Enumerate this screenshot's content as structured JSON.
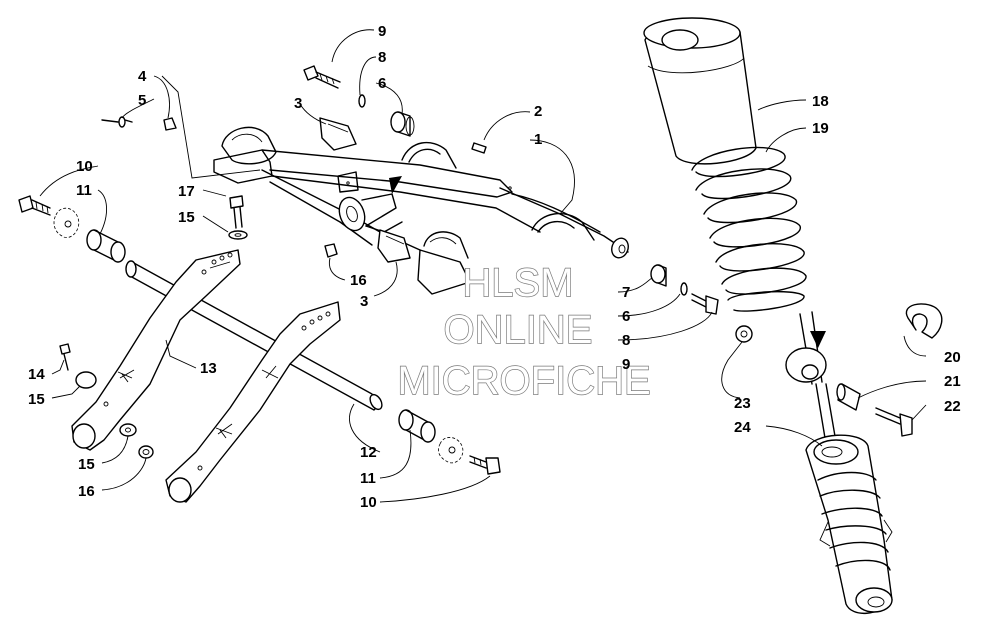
{
  "diagram": {
    "callouts": [
      {
        "id": "c1",
        "text": "1"
      },
      {
        "id": "c2",
        "text": "2"
      },
      {
        "id": "c3a",
        "text": "3"
      },
      {
        "id": "c3b",
        "text": "3"
      },
      {
        "id": "c4",
        "text": "4"
      },
      {
        "id": "c5",
        "text": "5"
      },
      {
        "id": "c6a",
        "text": "6"
      },
      {
        "id": "c6b",
        "text": "6"
      },
      {
        "id": "c7",
        "text": "7"
      },
      {
        "id": "c8a",
        "text": "8"
      },
      {
        "id": "c8b",
        "text": "8"
      },
      {
        "id": "c9a",
        "text": "9"
      },
      {
        "id": "c9b",
        "text": "9"
      },
      {
        "id": "c10a",
        "text": "10"
      },
      {
        "id": "c10b",
        "text": "10"
      },
      {
        "id": "c11a",
        "text": "11"
      },
      {
        "id": "c11b",
        "text": "11"
      },
      {
        "id": "c12",
        "text": "12"
      },
      {
        "id": "c13",
        "text": "13"
      },
      {
        "id": "c14",
        "text": "14"
      },
      {
        "id": "c15a",
        "text": "15"
      },
      {
        "id": "c15b",
        "text": "15"
      },
      {
        "id": "c15c",
        "text": "15"
      },
      {
        "id": "c16a",
        "text": "16"
      },
      {
        "id": "c16b",
        "text": "16"
      },
      {
        "id": "c17",
        "text": "17"
      },
      {
        "id": "c18",
        "text": "18"
      },
      {
        "id": "c19",
        "text": "19"
      },
      {
        "id": "c20",
        "text": "20"
      },
      {
        "id": "c21",
        "text": "21"
      },
      {
        "id": "c22",
        "text": "22"
      },
      {
        "id": "c23",
        "text": "23"
      },
      {
        "id": "c24",
        "text": "24"
      }
    ]
  },
  "watermark": {
    "line1": "HLSM",
    "line2": "ONLINE",
    "line3": "MICROFICHE"
  },
  "colors": {
    "ink": "#000000",
    "background": "#ffffff",
    "watermark_stroke": "#7a7a7a"
  }
}
